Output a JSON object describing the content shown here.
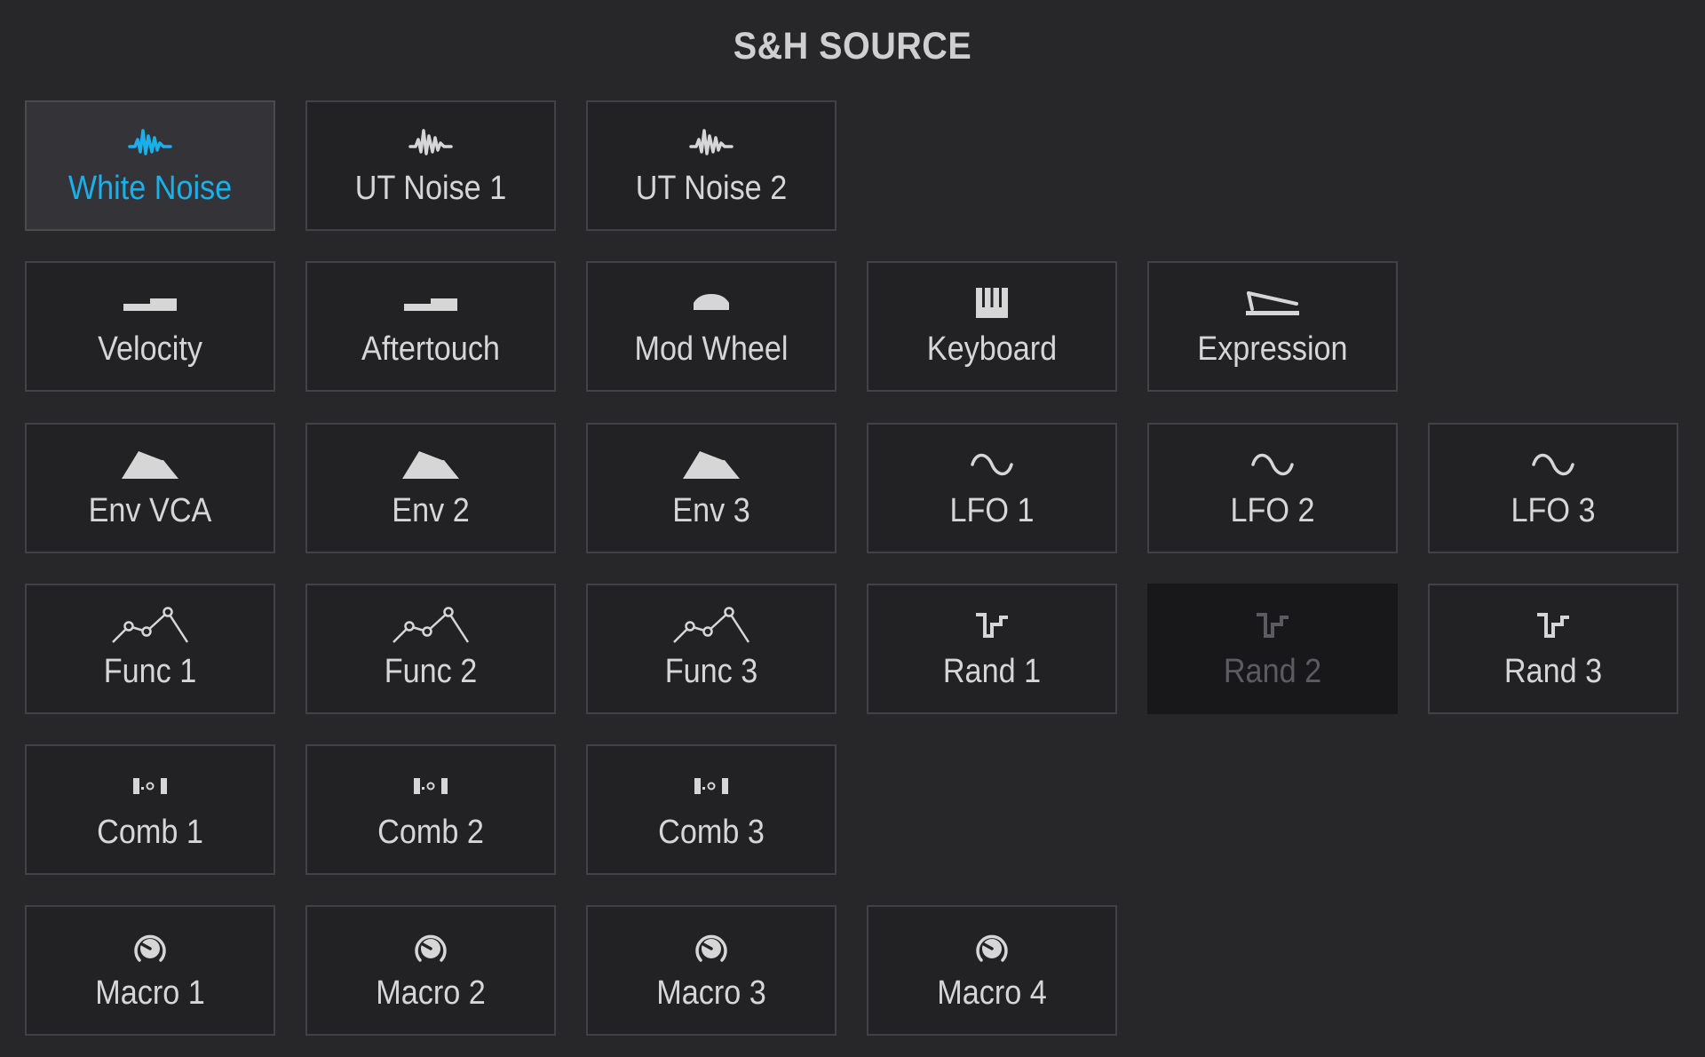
{
  "panel": {
    "title": "S&H SOURCE",
    "accent_color": "#19b0ec",
    "selected_source": "White Noise"
  },
  "sources": {
    "noise": [
      {
        "label": "White Noise",
        "icon": "noise-icon",
        "state": "selected"
      },
      {
        "label": "UT Noise 1",
        "icon": "noise-icon",
        "state": "normal"
      },
      {
        "label": "UT Noise 2",
        "icon": "noise-icon",
        "state": "normal"
      }
    ],
    "controllers": [
      {
        "label": "Velocity",
        "icon": "velocity-icon",
        "state": "normal"
      },
      {
        "label": "Aftertouch",
        "icon": "aftertouch-icon",
        "state": "normal"
      },
      {
        "label": "Mod Wheel",
        "icon": "mod-wheel-icon",
        "state": "normal"
      },
      {
        "label": "Keyboard",
        "icon": "keyboard-icon",
        "state": "normal"
      },
      {
        "label": "Expression",
        "icon": "expression-pedal-icon",
        "state": "normal"
      }
    ],
    "modulators": [
      {
        "label": "Env VCA",
        "icon": "envelope-icon",
        "state": "normal"
      },
      {
        "label": "Env 2",
        "icon": "envelope-icon",
        "state": "normal"
      },
      {
        "label": "Env 3",
        "icon": "envelope-icon",
        "state": "normal"
      },
      {
        "label": "LFO 1",
        "icon": "sine-wave-icon",
        "state": "normal"
      },
      {
        "label": "LFO 2",
        "icon": "sine-wave-icon",
        "state": "normal"
      },
      {
        "label": "LFO 3",
        "icon": "sine-wave-icon",
        "state": "normal"
      }
    ],
    "functions": [
      {
        "label": "Func 1",
        "icon": "function-curve-icon",
        "state": "normal"
      },
      {
        "label": "Func 2",
        "icon": "function-curve-icon",
        "state": "normal"
      },
      {
        "label": "Func 3",
        "icon": "function-curve-icon",
        "state": "normal"
      },
      {
        "label": "Rand 1",
        "icon": "random-step-icon",
        "state": "normal"
      },
      {
        "label": "Rand 2",
        "icon": "random-step-icon",
        "state": "disabled"
      },
      {
        "label": "Rand 3",
        "icon": "random-step-icon",
        "state": "normal"
      }
    ],
    "combinators": [
      {
        "label": "Comb 1",
        "icon": "combinator-icon",
        "state": "normal"
      },
      {
        "label": "Comb 2",
        "icon": "combinator-icon",
        "state": "normal"
      },
      {
        "label": "Comb 3",
        "icon": "combinator-icon",
        "state": "normal"
      }
    ],
    "macros": [
      {
        "label": "Macro 1",
        "icon": "macro-knob-icon",
        "state": "normal"
      },
      {
        "label": "Macro 2",
        "icon": "macro-knob-icon",
        "state": "normal"
      },
      {
        "label": "Macro 3",
        "icon": "macro-knob-icon",
        "state": "normal"
      },
      {
        "label": "Macro 4",
        "icon": "macro-knob-icon",
        "state": "normal"
      }
    ]
  }
}
